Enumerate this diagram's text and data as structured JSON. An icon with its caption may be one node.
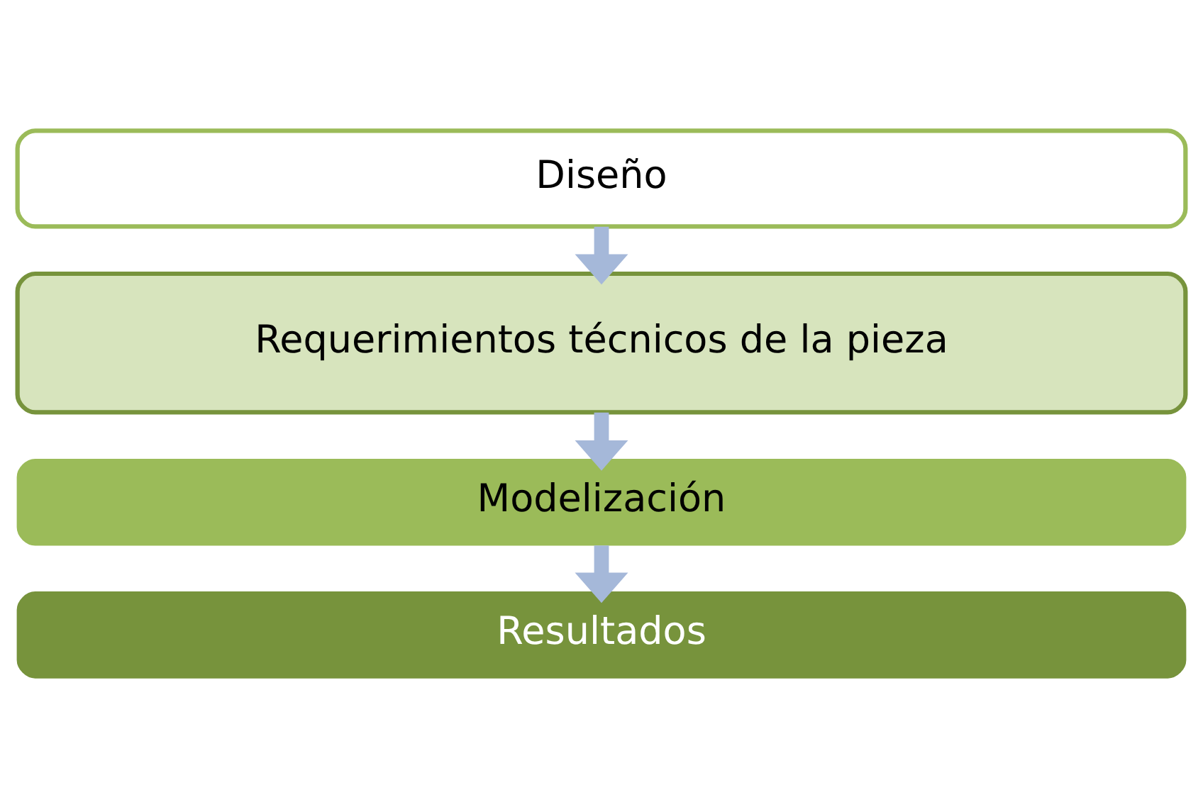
{
  "diagram": {
    "nodes": [
      {
        "text": [
          "Diseño"
        ]
      },
      {
        "text": [
          "Requerimientos técnicos de la pieza"
        ]
      },
      {
        "text": [
          "Modelización"
        ]
      },
      {
        "text": [
          "Resultados"
        ]
      }
    ],
    "edges": [
      {
        "from": 0,
        "to": 1,
        "arrow": "to"
      },
      {
        "from": 1,
        "to": 2,
        "arrow": "to"
      },
      {
        "from": 2,
        "to": 3,
        "arrow": "to"
      }
    ]
  }
}
